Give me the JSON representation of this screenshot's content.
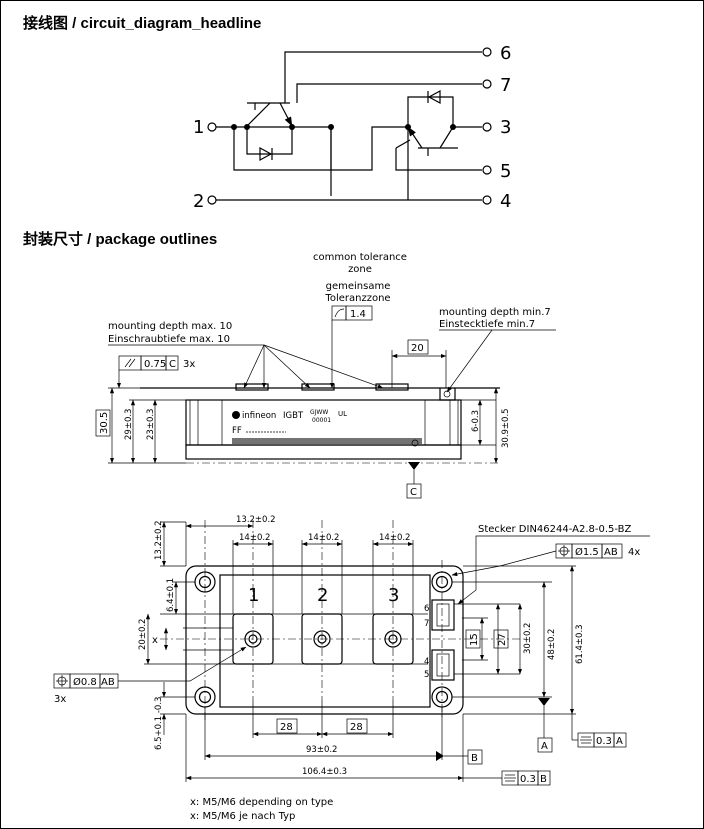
{
  "headline_circuit": "接线图 / circuit_diagram_headline",
  "headline_package": "封装尺寸 / package outlines",
  "circuit": {
    "pins": [
      "1",
      "2",
      "3",
      "4",
      "5",
      "6",
      "7"
    ]
  },
  "side_view": {
    "common_tolerance_1": "common tolerance",
    "common_tolerance_2": "zone",
    "gemeinsame_1": "gemeinsame",
    "gemeinsame_2": "Toleranzzone",
    "profile_tol": "1.4",
    "mounting_max_1": "mounting depth max. 10",
    "mounting_max_2": "Einschraubtiefe max. 10",
    "mounting_min_1": "mounting depth min.7",
    "mounting_min_2": "Einstecktiefe min.7",
    "parallel_tol": "0.75",
    "parallel_ref": "C",
    "parallel_count": "3x",
    "dim_20": "20",
    "dim_30_5": "30.5",
    "dim_29": "29±0.3",
    "dim_23": "23±0.3",
    "dim_6": "6-0.3",
    "dim_30_9": "30.9±0.5",
    "datum_c": "C",
    "brand": "infineon",
    "igbt": "IGBT",
    "code1": "GJWW",
    "code2": "00001",
    "ul": "UL",
    "ff": "FF"
  },
  "top_view": {
    "dim_13_2_h": "13.2±0.2",
    "dim_14_a": "14±0.2",
    "dim_14_b": "14±0.2",
    "dim_14_c": "14±0.2",
    "dim_13_2_v": "13.2±0.2",
    "dim_6_4": "6.4±0.1",
    "dim_20": "20±0.2",
    "x_label": "x",
    "term_1": "1",
    "term_2": "2",
    "term_3": "3",
    "stecker": "Stecker DIN46244-A2.8-0.5-BZ",
    "pos_tol_1": "Ø1.5",
    "pos_ref_1": "AB",
    "pos_count_1": "4x",
    "pos_tol_2": "Ø0.8",
    "pos_ref_2": "AB",
    "pos_count_2": "3x",
    "con_7": "7",
    "con_6": "6",
    "con_4": "4",
    "con_5": "5",
    "dim_15": "15",
    "dim_27": "27",
    "dim_30": "30±0.2",
    "dim_48": "48±0.2",
    "dim_61_4": "61.4±0.3",
    "dim_6_5": "6.5+0.1 -0.3",
    "dim_28_a": "28",
    "dim_28_b": "28",
    "dim_93": "93±0.2",
    "dim_106_4": "106.4±0.3",
    "datum_a": "A",
    "datum_b": "B",
    "sym_tol_a": "0.3",
    "sym_ref_a": "A",
    "sym_tol_b": "0.3",
    "sym_ref_b": "B"
  },
  "notes": {
    "note_en": "x: M5/M6 depending on type",
    "note_de": "x: M5/M6 je nach Typ"
  }
}
